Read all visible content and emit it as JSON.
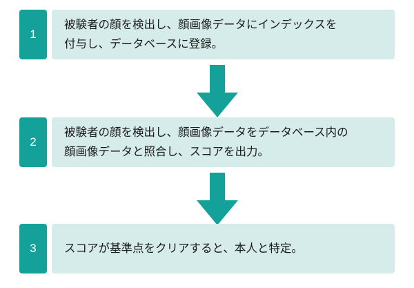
{
  "steps": [
    {
      "number": "1",
      "lines": [
        "被験者の顔を検出し、顔画像データにインデックスを",
        "付与し、データベースに登録。"
      ]
    },
    {
      "number": "2",
      "lines": [
        "被験者の顔を検出し、顔画像データをデータベース内の",
        "顔画像データと照合し、スコアを出力。"
      ]
    },
    {
      "number": "3",
      "lines": [
        "スコアが基準点をクリアすると、本人と特定。"
      ]
    }
  ],
  "colors": {
    "accent": "#14a19a",
    "box_background": "#d5eceb",
    "text": "#1a1a1a",
    "number_text": "#ffffff"
  }
}
